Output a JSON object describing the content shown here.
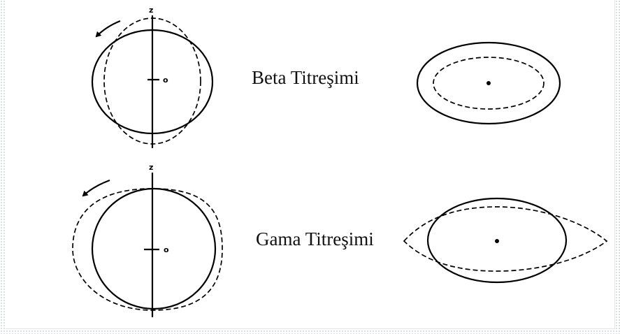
{
  "figure": {
    "rows": [
      {
        "id": "beta",
        "label": "Beta Titreşimi",
        "axis_label": "z",
        "origin_label": "o",
        "side_view": {
          "outline": "solid circle",
          "deformed": "dashed vertical ellipse",
          "rotation_arrow": true
        },
        "top_view": {
          "outline": "solid ellipse",
          "deformed": "dashed smaller ellipse",
          "center_dot": true
        }
      },
      {
        "id": "gama",
        "label": "Gama Titreşimi",
        "axis_label": "z",
        "origin_label": "o",
        "side_view": {
          "outline": "solid circle",
          "deformed": "dashed wider lemon shape",
          "rotation_arrow": true
        },
        "top_view": {
          "outline": "solid ellipse",
          "deformed": "dashed pointed lemon shape",
          "center_dot": true
        }
      }
    ]
  },
  "colors": {
    "background": "#ffffff",
    "dots": "#cfd3da",
    "ink": "#000000"
  }
}
